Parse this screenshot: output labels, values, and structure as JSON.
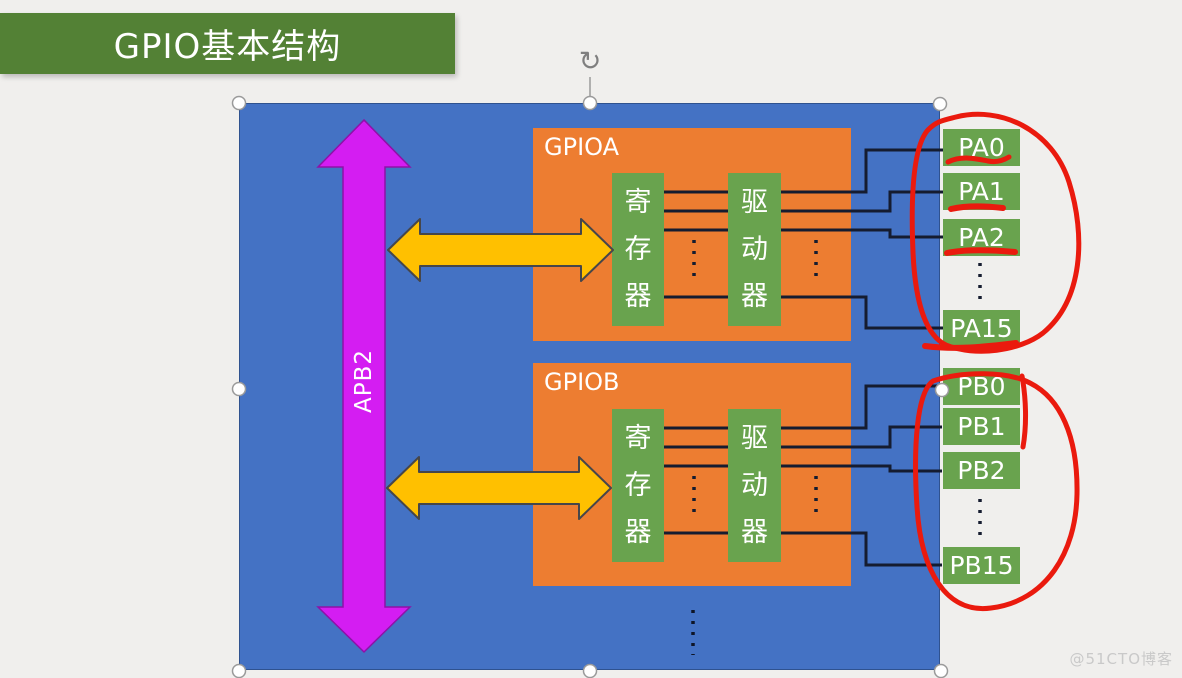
{
  "title": "GPIO基本结构",
  "watermark": "@51CTO博客",
  "icons": {
    "rotate": "↻"
  },
  "bus": {
    "label": "APB2"
  },
  "blocks": {
    "a": {
      "label": "GPIOA",
      "register": "寄\n存\n器",
      "driver": "驱\n动\n器"
    },
    "b": {
      "label": "GPIOB",
      "register": "寄\n存\n器",
      "driver": "驱\n动\n器"
    }
  },
  "pins": {
    "a": [
      "PA0",
      "PA1",
      "PA2",
      "PA15"
    ],
    "b": [
      "PB0",
      "PB1",
      "PB2",
      "PB15"
    ]
  },
  "colors": {
    "banner_green": "#538135",
    "slide_blue": "#4472c4",
    "block_orange": "#ed7d31",
    "box_green": "#69a34e",
    "bus_magenta": "#d41df2",
    "arrow_yellow": "#ffc000",
    "connector_dark": "#151c30",
    "annotation_red": "#ea1a0e"
  }
}
